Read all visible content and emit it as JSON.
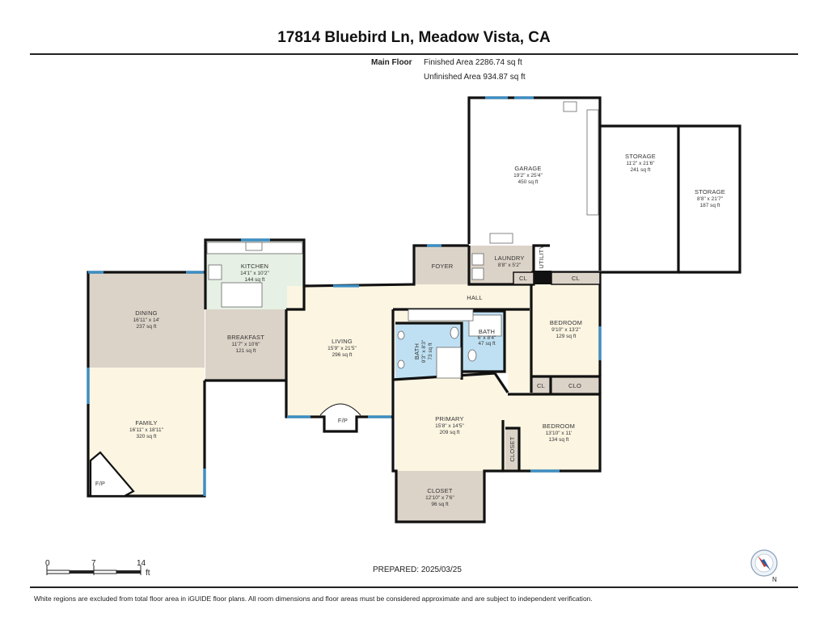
{
  "title": "17814 Bluebird Ln, Meadow Vista, CA",
  "floor": {
    "name": "Main Floor",
    "finished_area": "Finished Area 2286.74 sq ft",
    "unfinished_area": "Unfinished Area 934.87 sq ft"
  },
  "rooms": {
    "garage": {
      "name": "GARAGE",
      "dims": "19'2\" x 25'4\"",
      "area": "450 sq ft"
    },
    "storage1": {
      "name": "STORAGE",
      "dims": "11'2\" x 21'6\"",
      "area": "241 sq ft"
    },
    "storage2": {
      "name": "STORAGE",
      "dims": "8'8\" x 21'7\"",
      "area": "187 sq ft"
    },
    "kitchen": {
      "name": "KITCHEN",
      "dims": "14'1\" x 10'2\"",
      "area": "144 sq ft"
    },
    "foyer": {
      "name": "FOYER"
    },
    "laundry": {
      "name": "LAUNDRY",
      "dims": "8'8\" x 5'2\""
    },
    "utility": {
      "name": "UTILITY"
    },
    "hall": {
      "name": "HALL"
    },
    "dining": {
      "name": "DINING",
      "dims": "16'11\" x 14'",
      "area": "237 sq ft"
    },
    "breakfast": {
      "name": "BREAKFAST",
      "dims": "11'7\" x 10'6\"",
      "area": "121 sq ft"
    },
    "living": {
      "name": "LIVING",
      "dims": "15'9\" x 21'5\"",
      "area": "296 sq ft"
    },
    "bath1": {
      "name": "BATH",
      "dims": "9'3\" x 8'3\"",
      "area": "73 sq ft"
    },
    "bath2": {
      "name": "BATH",
      "dims": "6' x 8'4\"",
      "area": "47 sq ft"
    },
    "bedroom1": {
      "name": "BEDROOM",
      "dims": "9'10\" x 13'2\"",
      "area": "129 sq ft"
    },
    "bedroom2": {
      "name": "BEDROOM",
      "dims": "13'10\" x 11'",
      "area": "134 sq ft"
    },
    "family": {
      "name": "FAMILY",
      "dims": "16'11\" x 18'11\"",
      "area": "320 sq ft"
    },
    "primary": {
      "name": "PRIMARY",
      "dims": "15'8\" x 14'5\"",
      "area": "209 sq ft"
    },
    "closet_big": {
      "name": "CLOSET",
      "dims": "12'10\" x 7'6\"",
      "area": "96 sq ft"
    },
    "closet_side": {
      "name": "CLOSET"
    },
    "cl1": {
      "name": "CL"
    },
    "cl2": {
      "name": "CL"
    },
    "cl3": {
      "name": "CL"
    },
    "clo": {
      "name": "CLO"
    },
    "fp_living": {
      "name": "F/P"
    },
    "fp_family": {
      "name": "F/P"
    }
  },
  "scale": {
    "ticks": [
      "0",
      "7",
      "14"
    ],
    "unit": "ft"
  },
  "prepared": "PREPARED: 2025/03/25",
  "compass": {
    "label": "N"
  },
  "footnote": "White regions are excluded from total floor area in iGUIDE floor plans. All room dimensions and floor areas must be considered approximate and are subject to independent verification.",
  "colors": {
    "garage_storage": "#ffffff",
    "kitchen": "#e6f0e4",
    "dining_closet_foyer": "#dcd3c8",
    "living_family_hall": "#fbf5e2",
    "bath": "#bfe0f3",
    "window": "#3a8fc6",
    "wall": "#111111"
  }
}
